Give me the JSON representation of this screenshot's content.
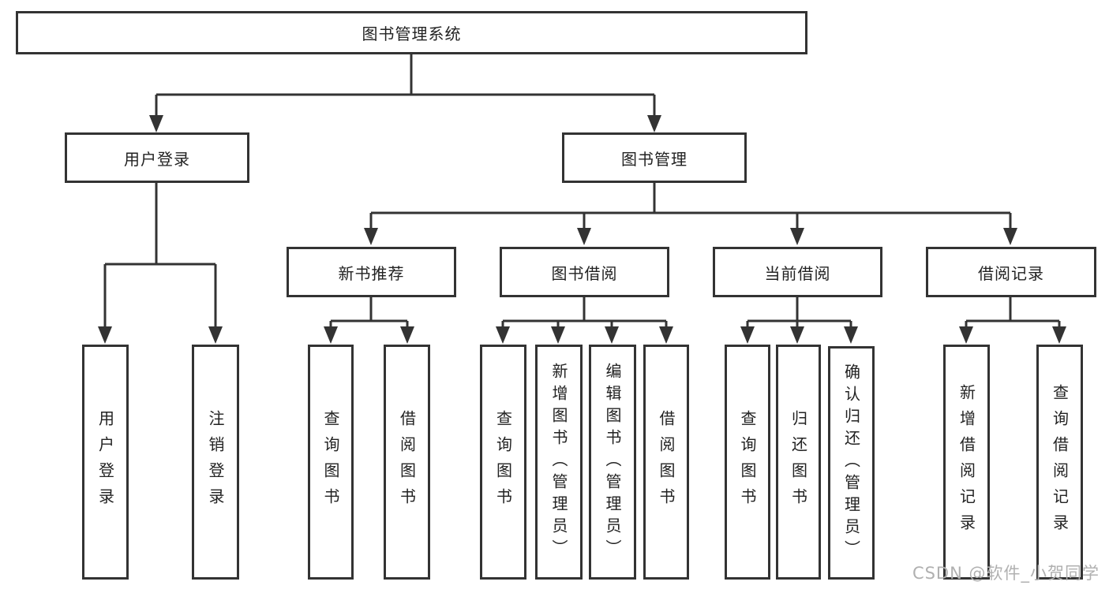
{
  "tree": {
    "label": "图书管理系统",
    "children": [
      {
        "label": "用户登录",
        "children": [
          {
            "label": "用户登录"
          },
          {
            "label": "注销登录"
          }
        ]
      },
      {
        "label": "图书管理",
        "children": [
          {
            "label": "新书推荐",
            "children": [
              {
                "label": "查询图书"
              },
              {
                "label": "借阅图书"
              }
            ]
          },
          {
            "label": "图书借阅",
            "children": [
              {
                "label": "查询图书"
              },
              {
                "label": "新增图书（管理员）"
              },
              {
                "label": "编辑图书（管理员）"
              },
              {
                "label": "借阅图书"
              }
            ]
          },
          {
            "label": "当前借阅",
            "children": [
              {
                "label": "查询图书"
              },
              {
                "label": "归还图书"
              },
              {
                "label": "确认归还（管理员）"
              }
            ]
          },
          {
            "label": "借阅记录",
            "children": [
              {
                "label": "新增借阅记录"
              },
              {
                "label": "查询借阅记录"
              }
            ]
          }
        ]
      }
    ]
  },
  "colors": {
    "line": "#333333",
    "text": "#222222",
    "watermark": "#b0b0b0",
    "background": "#ffffff"
  },
  "watermark": {
    "text": "CSDN @软件_小贺同学"
  }
}
